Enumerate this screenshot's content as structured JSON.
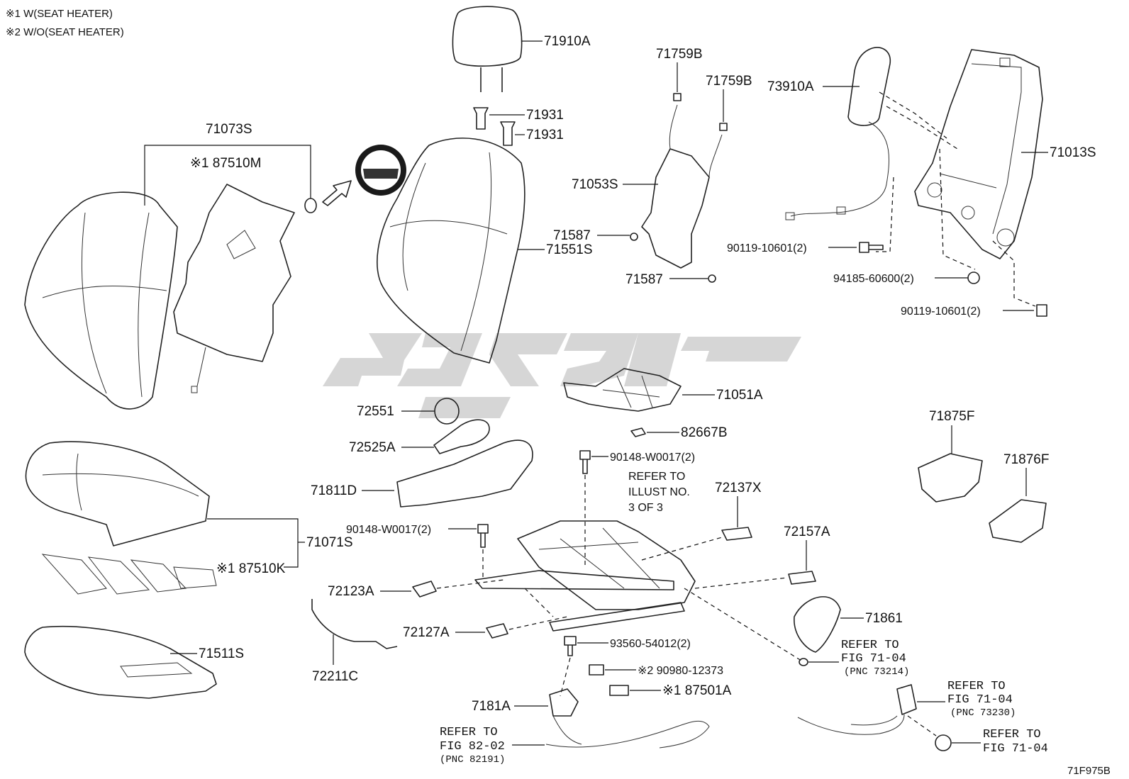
{
  "notes": {
    "note1": "※1 W(SEAT HEATER)",
    "note2": "※2 W/O(SEAT HEATER)"
  },
  "figure_code": "71F975B",
  "parts": {
    "p71910A": "71910A",
    "p71931a": "71931",
    "p71931b": "71931",
    "p71073S": "71073S",
    "p87510M": "※1 87510M",
    "p71759Ba": "71759B",
    "p71759Bb": "71759B",
    "p73910A": "73910A",
    "p71013S": "71013S",
    "p71053S": "71053S",
    "p71587a": "71587",
    "p71551S": "71551S",
    "p71587b": "71587",
    "p90119a": "90119-10601(2)",
    "p94185": "94185-60600(2)",
    "p90119b": "90119-10601(2)",
    "p71051A": "71051A",
    "p72551": "72551",
    "p82667B": "82667B",
    "p72525A": "72525A",
    "p90148a": "90148-W0017(2)",
    "p71875F": "71875F",
    "p71811D": "71811D",
    "p72137X": "72137X",
    "p71876F": "71876F",
    "p90148b": "90148-W0017(2)",
    "p72157A": "72157A",
    "p71071S": "71071S",
    "p87510K": "※1 87510K",
    "p72123A": "72123A",
    "p71861": "71861",
    "p72127A": "72127A",
    "p93560": "93560-54012(2)",
    "p72211C": "72211C",
    "p71511S": "71511S",
    "p90980": "※2 90980-12373",
    "p87501A": "※1 87501A",
    "p7181A": "7181A"
  },
  "refer_illust": {
    "line1": "REFER TO",
    "line2": "ILLUST NO.",
    "line3": "3 OF 3"
  },
  "refs": {
    "fig7104a": {
      "l1": "REFER TO",
      "l2": "FIG 71-04",
      "pnc": "(PNC 73214)"
    },
    "fig7104b": {
      "l1": "REFER TO",
      "l2": "FIG 71-04",
      "pnc": "(PNC 73230)"
    },
    "fig7104c": {
      "l1": "REFER TO",
      "l2": "FIG 71-04"
    },
    "fig8202": {
      "l1": "REFER TO",
      "l2": "FIG 82-02",
      "pnc": "(PNC 82191)"
    }
  }
}
